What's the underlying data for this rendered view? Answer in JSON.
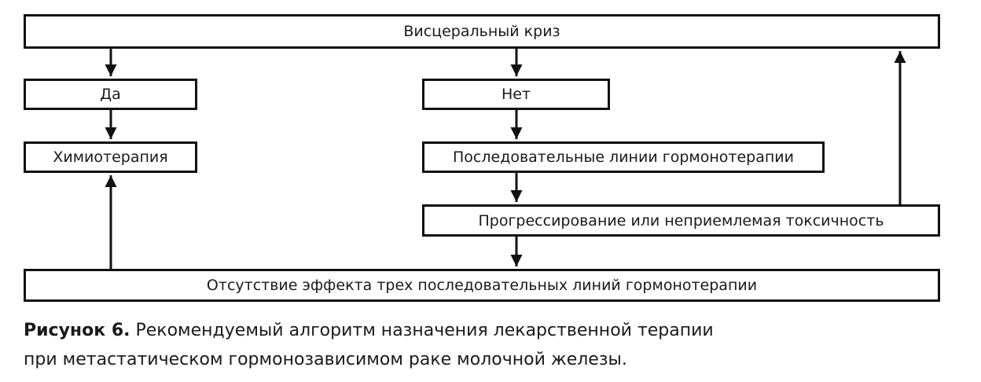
{
  "nodes": {
    "visceral_crisis": "Висцеральный криз",
    "yes": "Да",
    "no": "Нет",
    "chemotherapy": "Химиотерапия",
    "sequential_hormone": "Последовательные линии гормонотерапии",
    "progression": "Прогрессирование или неприемлемая токсичность",
    "no_effect": "Отсутствие эффекта трех последовательных линий гормонотерапии"
  },
  "caption": {
    "label": "Рисунок 6.",
    "text_line1": " Рекомендуемый алгоритм назначения лекарственной терапии",
    "text_line2": "при метастатическом гормонозависимом раке молочной железы."
  },
  "colors": {
    "stroke": "#111111",
    "text": "#1a1a1a"
  }
}
